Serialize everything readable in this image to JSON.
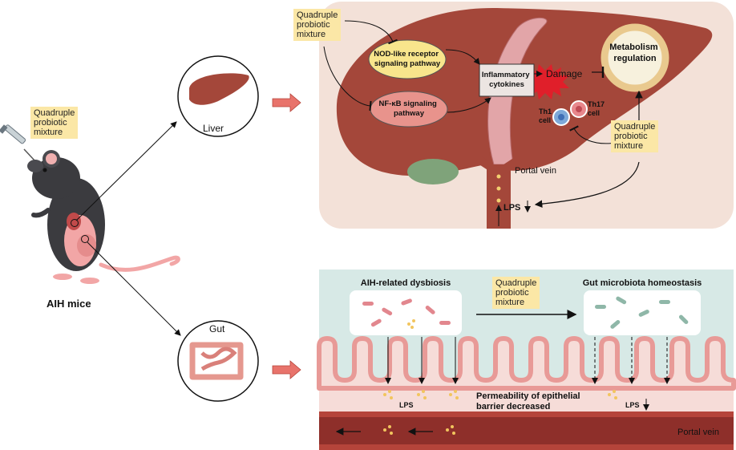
{
  "labels": {
    "injection_note": [
      "Quadruple",
      "probiotic",
      "mixture"
    ],
    "mice": "AIH mice",
    "liver_circle": "Liver",
    "gut_circle": "Gut",
    "liver_panel": {
      "probiotic_top": [
        "Quadruple",
        "probiotic",
        "mixture"
      ],
      "nod_pathway": [
        "NOD-like receptor",
        "signaling pathway"
      ],
      "nfkb_pathway": [
        "NF-κB signaling",
        "pathway"
      ],
      "cytokines": [
        "Inflammatory",
        "cytokines"
      ],
      "damage": "Damage",
      "metabolism": [
        "Metabolism",
        "regulation"
      ],
      "th1": [
        "Th1",
        "cell"
      ],
      "th17": [
        "Th17",
        "cell"
      ],
      "probiotic_right": [
        "Quadruple",
        "probiotic",
        "mixture"
      ],
      "portal_vein": "Portal vein",
      "lps": "LPS"
    },
    "gut_panel": {
      "dysbiosis": "AIH-related dysbiosis",
      "homeostasis": "Gut microbiota homeostasis",
      "probiotic": [
        "Quadruple",
        "probiotic",
        "mixture"
      ],
      "lps_left": "LPS",
      "lps_right": "LPS",
      "permeability": [
        "Permeability of epithelial",
        "barrier decreased"
      ],
      "portal_vein": "Portal vein"
    }
  },
  "colors": {
    "liver_bg": "#f3e1d8",
    "liver": "#a4473a",
    "note_fill": "#fbe7a6",
    "gut_bg": "#d7e9e6",
    "villi": "#e89a97",
    "vein": "#b5443a",
    "arrow_red": "#e8736b"
  }
}
